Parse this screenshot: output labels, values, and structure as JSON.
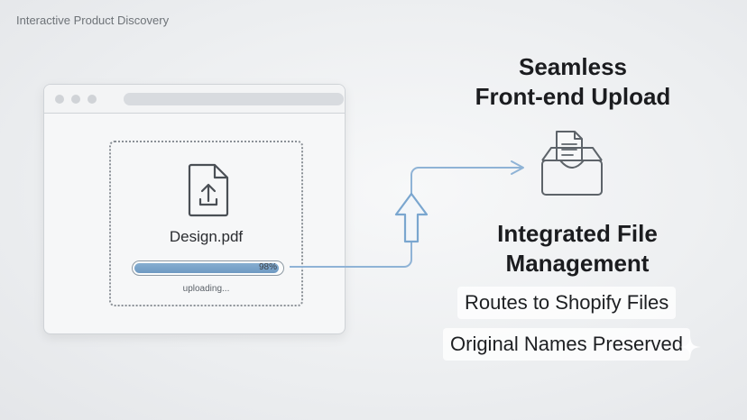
{
  "eyebrow": "Interactive Product Discovery",
  "upload": {
    "file_name": "Design.pdf",
    "progress_label": "98%",
    "progress_fraction": 0.98,
    "status": "uploading..."
  },
  "headline_1": [
    "Seamless",
    "Front-end Upload"
  ],
  "headline_2": [
    "Integrated File",
    "Management"
  ],
  "features": [
    "Routes to Shopify Files",
    "Original Names Preserved"
  ],
  "icons": {
    "file": "file-upload-icon",
    "inbox": "inbox-document-icon",
    "arrow": "arrow-up-icon",
    "sparkle": "sparkle-icon"
  },
  "colors": {
    "accent": "#7aa6cf",
    "line": "#8fb3d6"
  }
}
